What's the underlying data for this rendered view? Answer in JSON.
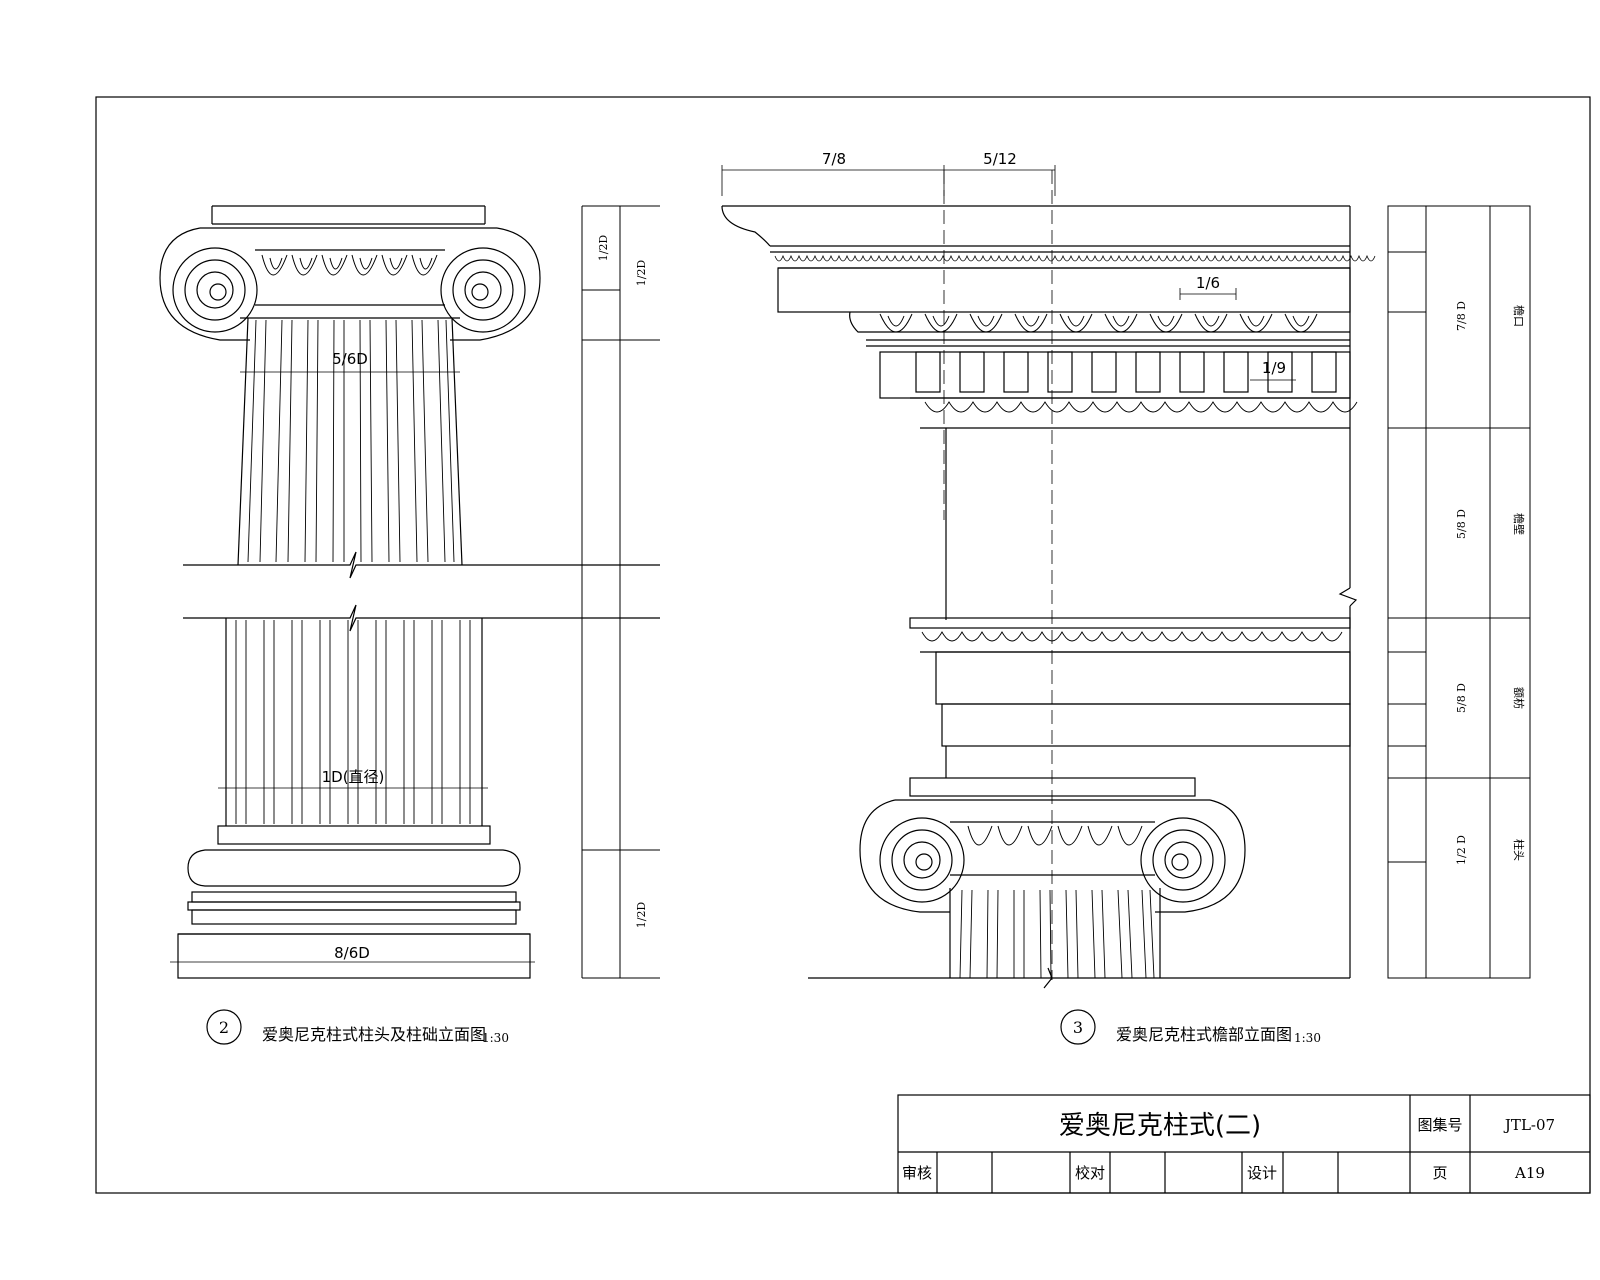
{
  "drawing_2": {
    "number": "2",
    "caption": "爱奥尼克柱式柱头及柱础立面图",
    "scale": "1:30",
    "dims": {
      "top_width": "5/6D",
      "diameter": "1D(直径)",
      "base_width": "8/6D",
      "capital_half_1": "1/2D",
      "capital_half_2": "1/2D",
      "base_half": "1/2D"
    }
  },
  "drawing_3": {
    "number": "3",
    "caption": "爱奥尼克柱式檐部立面图",
    "scale": "1:30",
    "dims": {
      "projection": "7/8",
      "half_top": "5/12",
      "modillion": "1/6",
      "dentil": "1/9",
      "cornice_h": "7/8 D",
      "frieze_h": "5/8 D",
      "architrave_h": "5/8 D",
      "capital_h": "1/2 D"
    },
    "labels": {
      "cornice": "檐口",
      "frieze": "檐壁",
      "architrave": "额枋",
      "capital": "柱头"
    }
  },
  "title_block": {
    "title": "爱奥尼克柱式(二)",
    "atlas_label": "图集号",
    "atlas_value": "JTL-07",
    "review_label": "审核",
    "check_label": "校对",
    "design_label": "设计",
    "page_label": "页",
    "page_value": "A19"
  }
}
